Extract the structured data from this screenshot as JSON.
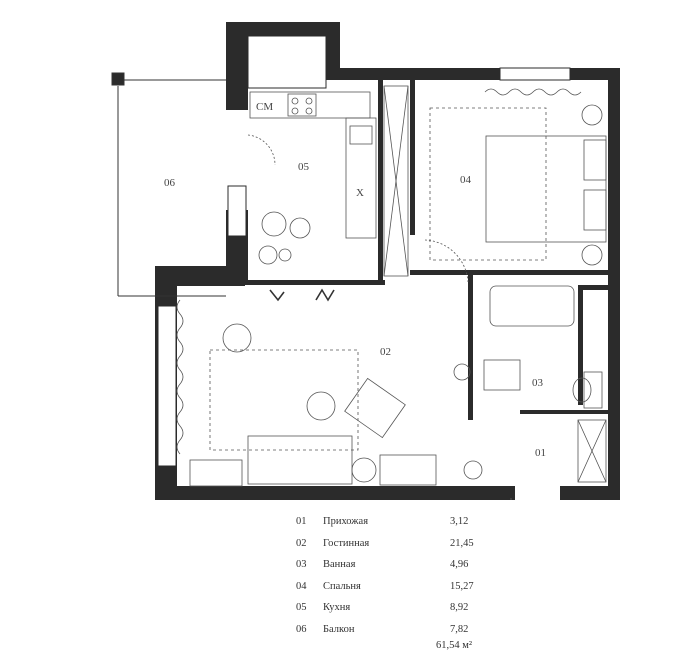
{
  "rooms": [
    {
      "id": "01",
      "name": "Прихожая",
      "area": "3,12"
    },
    {
      "id": "02",
      "name": "Гостинная",
      "area": "21,45"
    },
    {
      "id": "03",
      "name": "Ванная",
      "area": "4,96"
    },
    {
      "id": "04",
      "name": "Спальня",
      "area": "15,27"
    },
    {
      "id": "05",
      "name": "Кухня",
      "area": "8,92"
    },
    {
      "id": "06",
      "name": "Балкон",
      "area": "7,82"
    }
  ],
  "total_area": "61,54 м²",
  "fixture_labels": {
    "stove": "CM",
    "fridge": "X"
  }
}
